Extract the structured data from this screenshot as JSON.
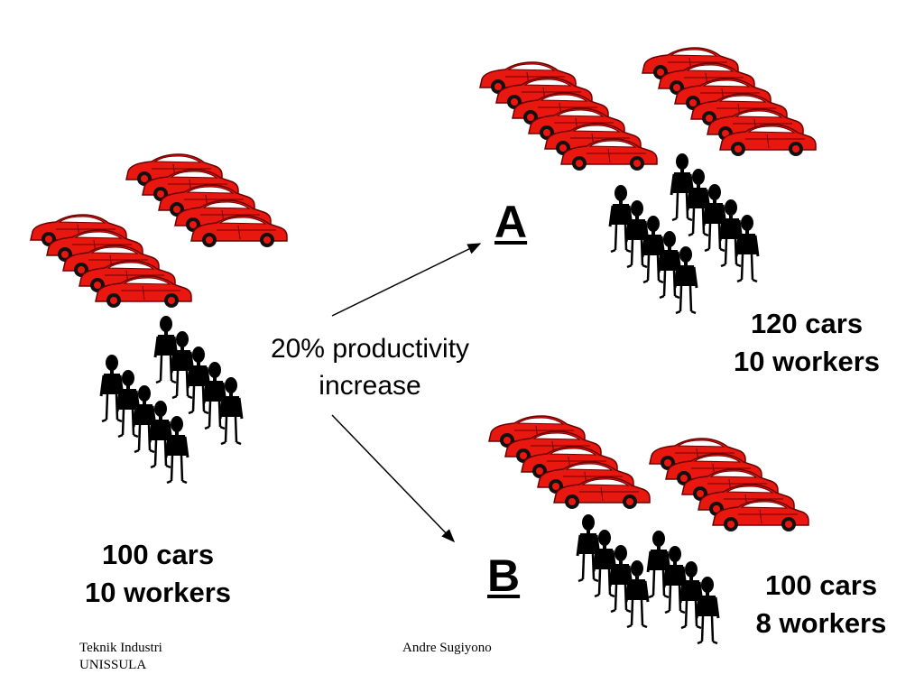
{
  "labels": {
    "initial": {
      "cars": "100 cars",
      "workers": "10 workers"
    },
    "option_a": {
      "letter": "A",
      "cars": "120 cars",
      "workers": "10 workers"
    },
    "option_b": {
      "letter": "B",
      "cars": "100 cars",
      "workers": "8 workers"
    },
    "center": {
      "line1": "20% productivity",
      "line2": "increase"
    }
  },
  "footer": {
    "left_line1": "Teknik Industri",
    "left_line2": "UNISSULA",
    "center": "Andre Sugiyono"
  },
  "colors": {
    "car_body": "#e8170f",
    "car_outline": "#6b0000",
    "worker": "#000000",
    "arrow": "#000000"
  },
  "icons": {
    "car": "sports-car-icon",
    "worker": "worker-figure-icon"
  }
}
